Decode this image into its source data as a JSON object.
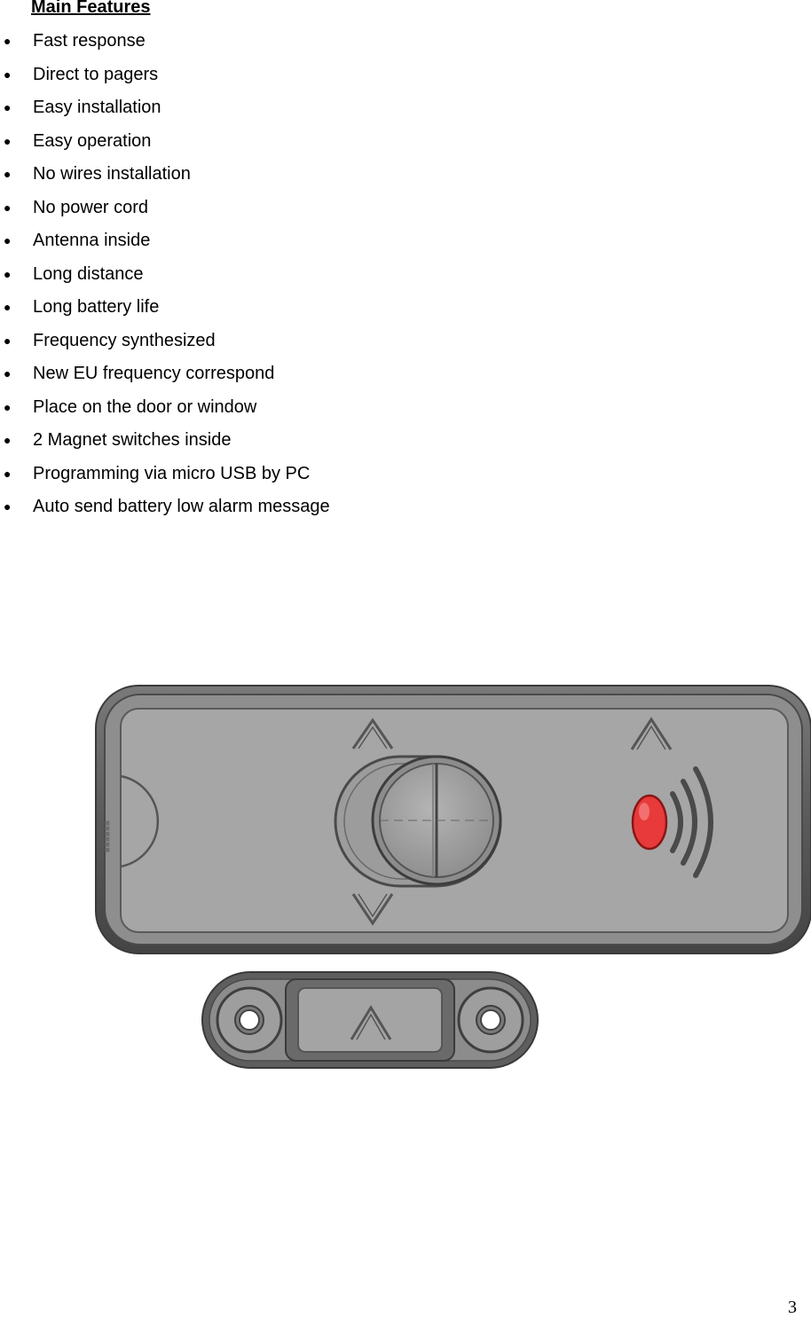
{
  "heading": "Main Features",
  "features": [
    "Fast response",
    "Direct to pagers",
    "Easy installation",
    "Easy operation",
    "No wires installation",
    "No power cord",
    "Antenna inside",
    "Long distance",
    "Long battery life",
    "Frequency synthesized",
    "New EU frequency correspond",
    "Place on the door or window",
    "2 Magnet switches inside",
    "Programming via micro USB by PC",
    "Auto send battery low alarm message"
  ],
  "colors": {
    "body": "#a6a6a6",
    "frame": "#5d5d5d",
    "led": "#e83a3a"
  },
  "page_number": "3"
}
